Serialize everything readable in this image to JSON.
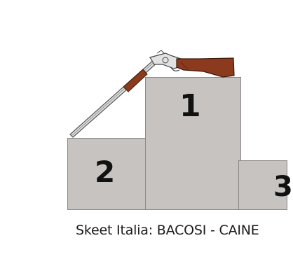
{
  "podium": {
    "first_label": "1",
    "second_label": "2",
    "third_label": "3"
  },
  "caption": "Skeet Italia: BACOSI - CAINE",
  "colors": {
    "podium_fill": "#c6c3c1",
    "podium_edge": "#8a8887",
    "number_color": "#111111",
    "stock_wood": "#8b3a1e",
    "barrel_metal": "#d8d8d8"
  },
  "icons": {
    "shotgun": "shotgun-icon"
  }
}
